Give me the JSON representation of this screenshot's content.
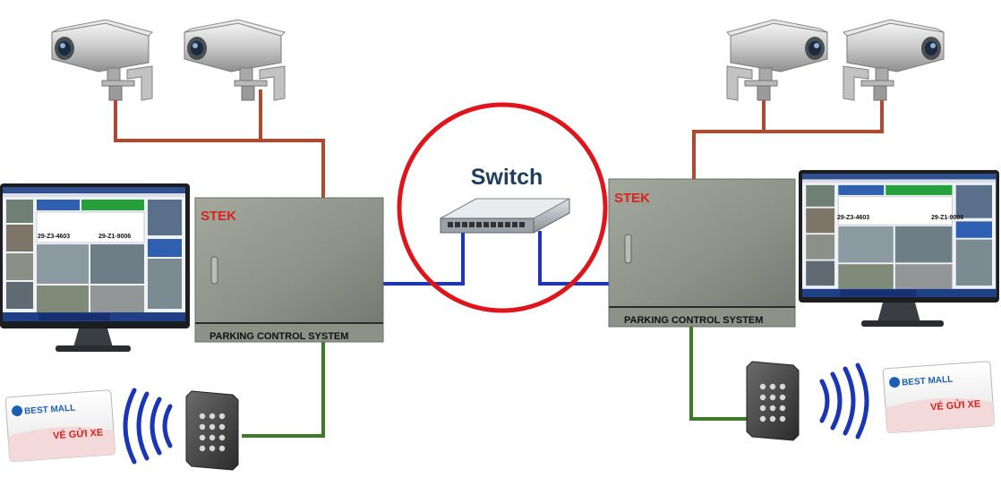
{
  "switch": {
    "label": "Switch"
  },
  "left_panel": {
    "brand": "STEK",
    "caption": "PARKING CONTROL SYSTEM"
  },
  "right_panel": {
    "brand": "STEK",
    "caption": "PARKING CONTROL SYSTEM"
  },
  "left_ticket": {
    "brand": "BEST MALL",
    "title": "VÉ GỬI XE"
  },
  "right_ticket": {
    "brand": "BEST MALL",
    "title": "VÉ GỬI XE"
  },
  "left_monitor": {
    "plate_1": "29-Z3-4603",
    "plate_2": "29-Z1-9006"
  },
  "right_monitor": {
    "plate_1": "29-Z3-4603",
    "plate_2": "29-Z1-9006"
  },
  "colors": {
    "camera_link": "#b5472c",
    "network_link": "#1a33c9",
    "reader_link": "#3f7a2b",
    "switch_circle": "#e0141b",
    "switch_text": "#1f3d5c",
    "cabinet": "#8f948b",
    "brand_red": "#d9231c"
  },
  "icons": [
    "cctv-camera-icon",
    "network-switch-icon",
    "monitor-icon",
    "card-reader-icon",
    "rfid-wave-icon",
    "parking-ticket-icon"
  ]
}
